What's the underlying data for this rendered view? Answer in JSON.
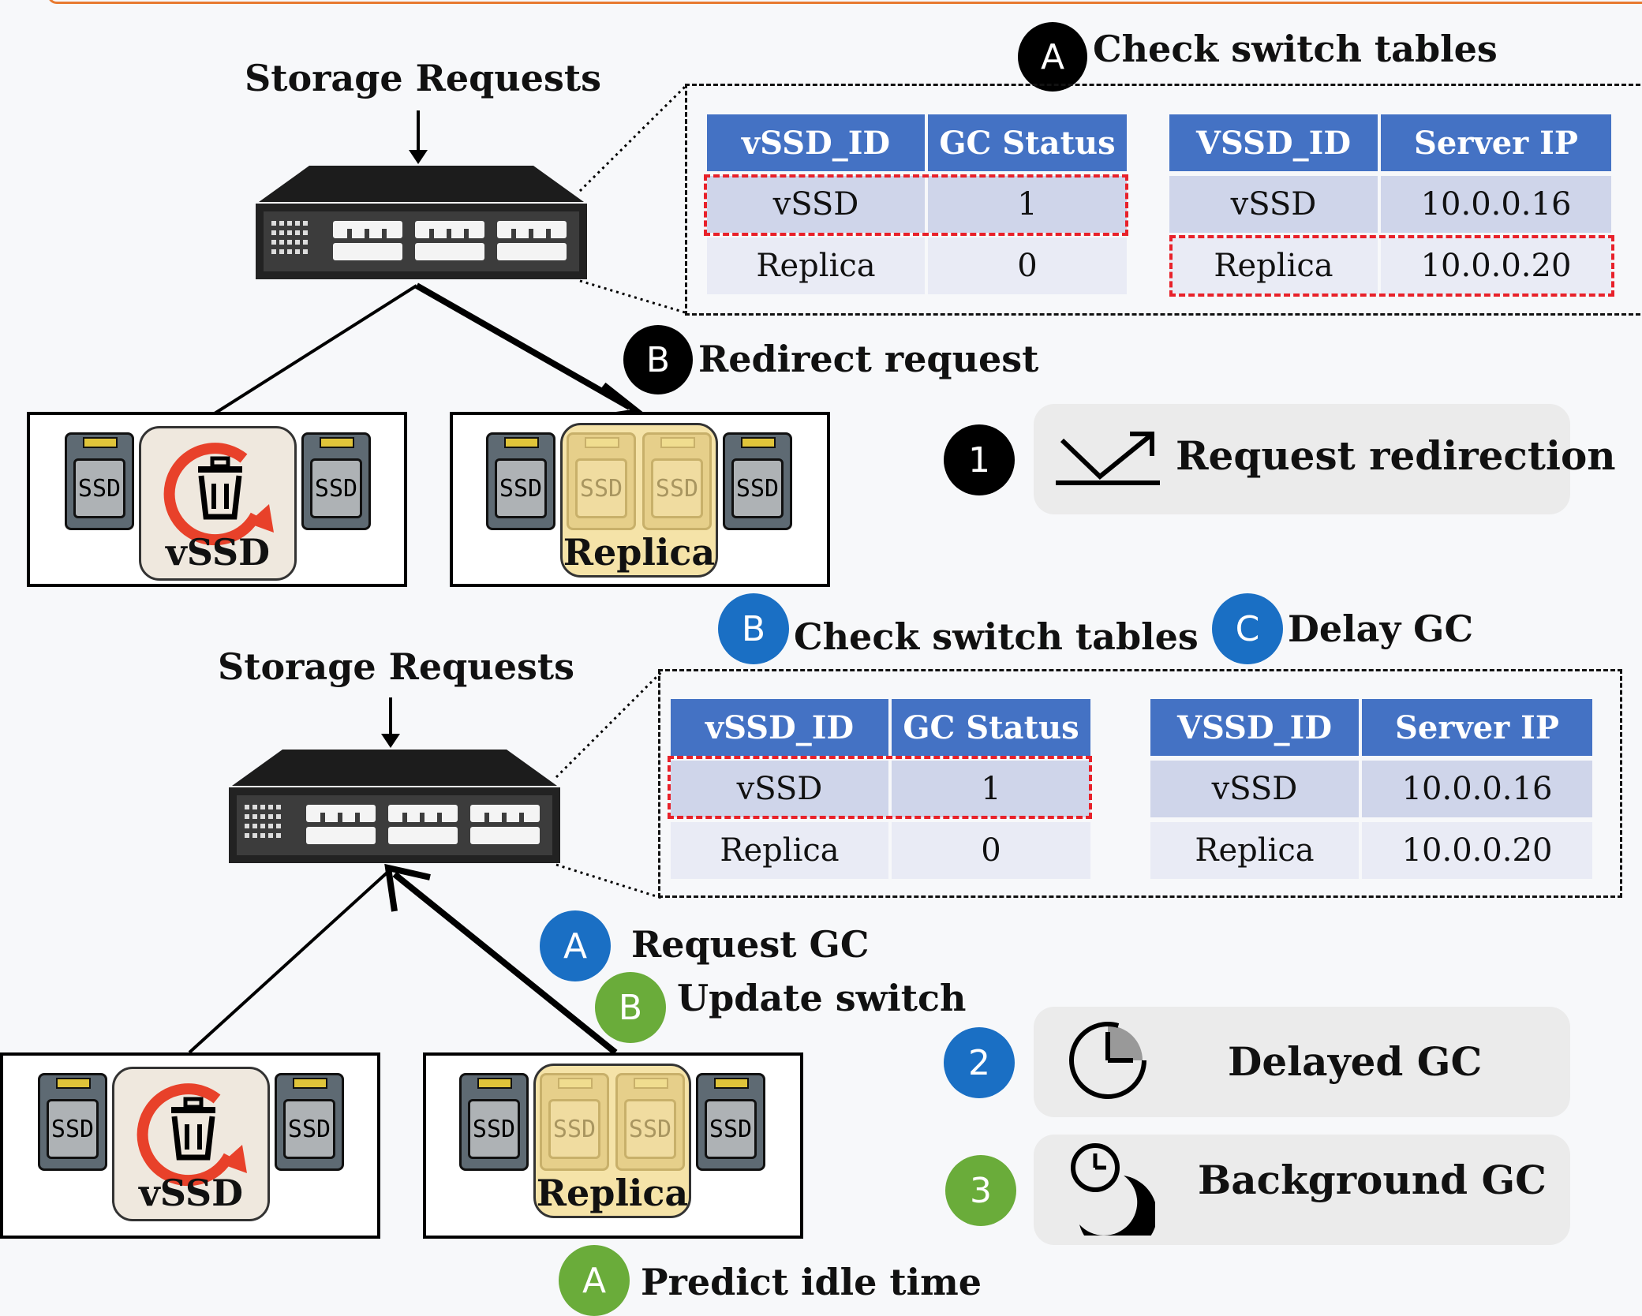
{
  "top": {
    "requests_label": "Storage Requests",
    "steps": [
      {
        "badge": "A",
        "label": "Check switch tables"
      },
      {
        "badge": "B",
        "label": "Redirect request"
      }
    ],
    "gc_table": {
      "headers": [
        "vSSD_ID",
        "GC Status"
      ],
      "rows": [
        [
          "vSSD",
          "1"
        ],
        [
          "Replica",
          "0"
        ]
      ]
    },
    "ip_table": {
      "headers": [
        "VSSD_ID",
        "Server IP"
      ],
      "rows": [
        [
          "vSSD",
          "10.0.0.16"
        ],
        [
          "Replica",
          "10.0.0.20"
        ]
      ]
    },
    "server_left": {
      "ssd_left": "SSD",
      "ssd_right": "SSD",
      "label": "vSSD"
    },
    "server_right": {
      "ssd_left": "SSD",
      "ssd_mid1": "SSD",
      "ssd_mid2": "SSD",
      "ssd_right": "SSD",
      "label": "Replica"
    }
  },
  "bottom": {
    "requests_label": "Storage Requests",
    "steps": [
      {
        "badge": "B",
        "label": "Check switch tables"
      },
      {
        "badge": "C",
        "label": "Delay GC"
      },
      {
        "badge": "A",
        "label": "Request GC"
      },
      {
        "badge": "B",
        "label": "Update switch"
      },
      {
        "badge": "A",
        "label": "Predict idle time"
      }
    ],
    "gc_table": {
      "headers": [
        "vSSD_ID",
        "GC Status"
      ],
      "rows": [
        [
          "vSSD",
          "1"
        ],
        [
          "Replica",
          "0"
        ]
      ]
    },
    "ip_table": {
      "headers": [
        "VSSD_ID",
        "Server IP"
      ],
      "rows": [
        [
          "vSSD",
          "10.0.0.16"
        ],
        [
          "Replica",
          "10.0.0.20"
        ]
      ]
    },
    "server_left": {
      "ssd_left": "SSD",
      "ssd_right": "SSD",
      "label": "vSSD"
    },
    "server_right": {
      "ssd_left": "SSD",
      "ssd_mid1": "SSD",
      "ssd_mid2": "SSD",
      "ssd_right": "SSD",
      "label": "Replica"
    }
  },
  "legend": [
    {
      "number": "1",
      "label": "Request redirection",
      "icon": "redirect-icon",
      "color": "#000000"
    },
    {
      "number": "2",
      "label": "Delayed GC",
      "icon": "clock-icon",
      "color": "#1a6fc4"
    },
    {
      "number": "3",
      "label": "Background GC",
      "icon": "moon-clock-icon",
      "color": "#6aac3a"
    }
  ],
  "colors": {
    "table_header": "#4472c4",
    "highlight": "#e8212a",
    "black_badge": "#000000",
    "blue_badge": "#1a6fc4",
    "green_badge": "#6aac3a",
    "gc_arrow": "#e8412a"
  }
}
